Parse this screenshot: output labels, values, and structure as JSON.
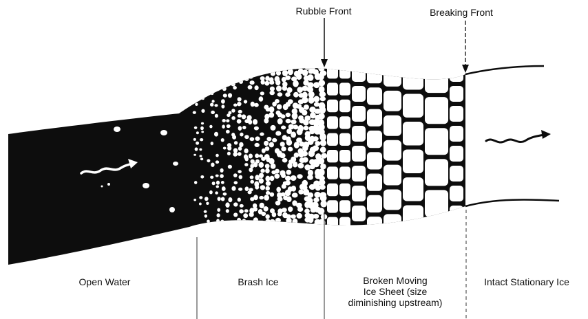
{
  "top_labels": {
    "rubble_front": "Rubble Front",
    "breaking_front": "Breaking Front"
  },
  "zones": {
    "open_water": "Open Water",
    "brash_ice": "Brash Ice",
    "broken_line1": "Broken Moving",
    "broken_line2": "Ice Sheet (size",
    "broken_line3": "diminishing  upstream)",
    "intact": "Intact Stationary Ice"
  },
  "colors": {
    "ink": "#0d0d0d",
    "ice": "#ffffff"
  },
  "icons": [
    "flow-arrow-icon",
    "front-arrow-icon"
  ]
}
